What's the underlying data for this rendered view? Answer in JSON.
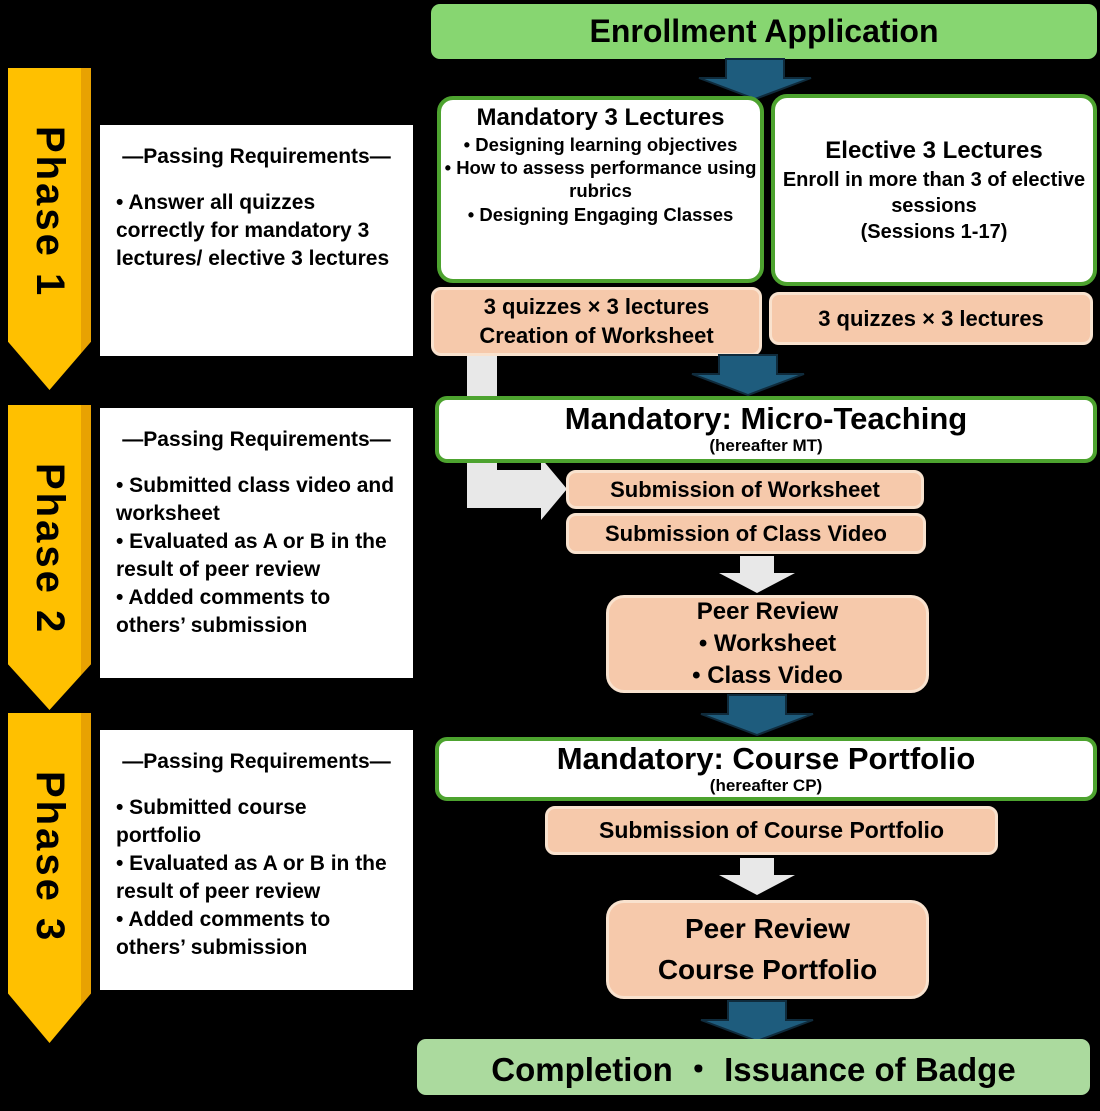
{
  "colors": {
    "background": "#000000",
    "header_green": "#87D671",
    "footer_green": "#ABDA9E",
    "box_border_green": "#4DA32F",
    "salmon_fill": "#F6C9AB",
    "phase_yellow": "#FFC000",
    "flow_arrow_blue": "#1E5C7D",
    "flow_arrow_gray": "#E8E8E8"
  },
  "flow": {
    "enrollment": "Enrollment Application",
    "mandatory_lectures": {
      "title": "Mandatory 3 Lectures",
      "items": [
        "• Designing learning objectives",
        "• How to assess performance using rubrics",
        "• Designing Engaging Classes"
      ]
    },
    "elective_lectures": {
      "title": "Elective 3 Lectures",
      "body": "Enroll in more than 3 of elective sessions",
      "note": "(Sessions 1-17)"
    },
    "quiz_mandatory": {
      "line1": "3 quizzes × 3 lectures",
      "line2": "Creation of Worksheet"
    },
    "quiz_elective": "3 quizzes × 3 lectures",
    "micro_teaching": {
      "title": "Mandatory: Micro-Teaching",
      "subtitle": "(hereafter MT)"
    },
    "submission_worksheet": "Submission of Worksheet",
    "submission_class_video": "Submission of Class Video",
    "peer_review_mt": {
      "title": "Peer Review",
      "items": [
        "• Worksheet",
        "• Class Video"
      ]
    },
    "course_portfolio": {
      "title": "Mandatory: Course Portfolio",
      "subtitle": "(hereafter CP)"
    },
    "submission_course_portfolio": "Submission of Course Portfolio",
    "peer_review_cp": {
      "title": "Peer Review",
      "subtitle": "Course Portfolio"
    },
    "completion": "Completion ・ Issuance of Badge"
  },
  "phases": [
    {
      "label": "Phase 1",
      "requirements_title": "—Passing Requirements—",
      "items": [
        "• Answer all quizzes correctly for mandatory 3 lectures/  elective 3 lectures"
      ]
    },
    {
      "label": "Phase 2",
      "requirements_title": "—Passing Requirements—",
      "items": [
        "• Submitted class video and worksheet",
        "• Evaluated as A or B in the result of peer review",
        "• Added comments to others’ submission"
      ]
    },
    {
      "label": "Phase 3",
      "requirements_title": "—Passing Requirements—",
      "items": [
        "• Submitted course portfolio",
        "• Evaluated as A or B in the result of peer review",
        "•  Added comments to others’ submission"
      ]
    }
  ]
}
